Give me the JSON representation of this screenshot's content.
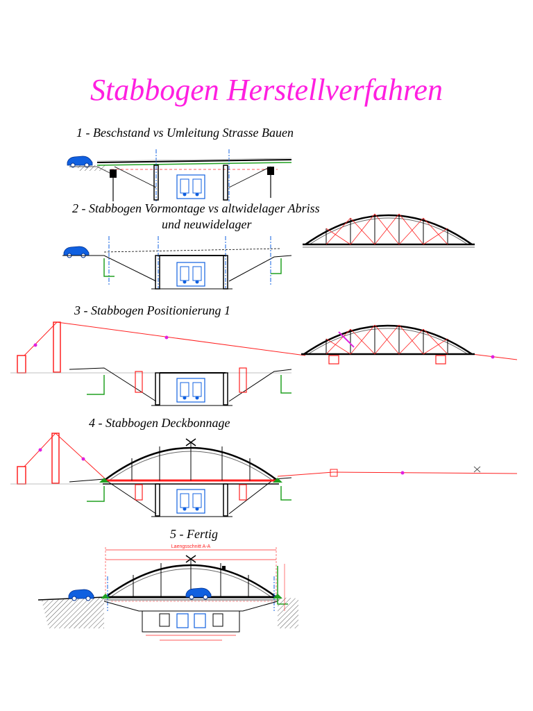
{
  "title": "Stabbogen Herstellverfahren",
  "steps": [
    {
      "label": "1 - Beschstand vs Umleitung Strasse Bauen"
    },
    {
      "label": "2 - Stabbogen Vormontage vs altwidelager Abriss",
      "label_line2": "und neuwidelager"
    },
    {
      "label": "3 - Stabbogen Positionierung 1"
    },
    {
      "label": "4 - Stabbogen Deckbonnage"
    },
    {
      "label": "5 - Fertig",
      "section_label": "Laengsschnitt A-A"
    }
  ],
  "colors": {
    "title": "#ff1fe0",
    "drawing_line": "#000000",
    "red_line": "#ff2020",
    "magenta": "#e020e0",
    "blue": "#1060e0",
    "green": "#20a020"
  }
}
